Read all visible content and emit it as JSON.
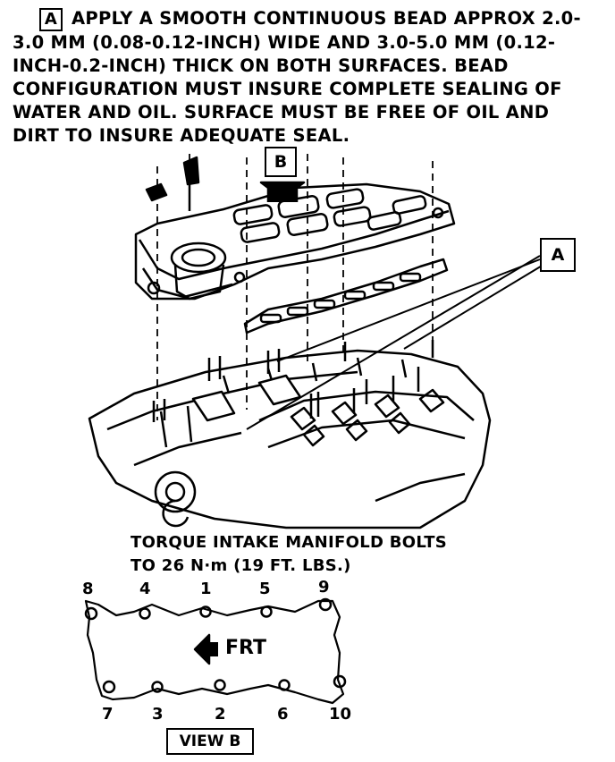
{
  "note": {
    "callout": "A",
    "text": "APPLY A SMOOTH CONTINUOUS BEAD APPROX 2.0-3.0 MM (0.08-0.12-INCH) WIDE AND 3.0-5.0 MM (0.12-INCH-0.2-INCH) THICK ON BOTH SURFACES. BEAD CONFIGURATION MUST INSURE COMPLETE SEALING OF WATER AND OIL. SURFACE MUST BE FREE OF OIL AND DIRT TO INSURE ADEQUATE SEAL."
  },
  "callouts": {
    "b": "B",
    "a": "A"
  },
  "torque": {
    "line1": "TORQUE INTAKE MANIFOLD BOLTS",
    "line2": "TO 26 N·m (19 FT. LBS.)"
  },
  "bolt_numbers": {
    "top": [
      "8",
      "4",
      "1",
      "5",
      "9"
    ],
    "bottom": [
      "7",
      "3",
      "2",
      "6",
      "10"
    ]
  },
  "view": {
    "front_label": "FRT",
    "view_label": "VIEW B"
  }
}
